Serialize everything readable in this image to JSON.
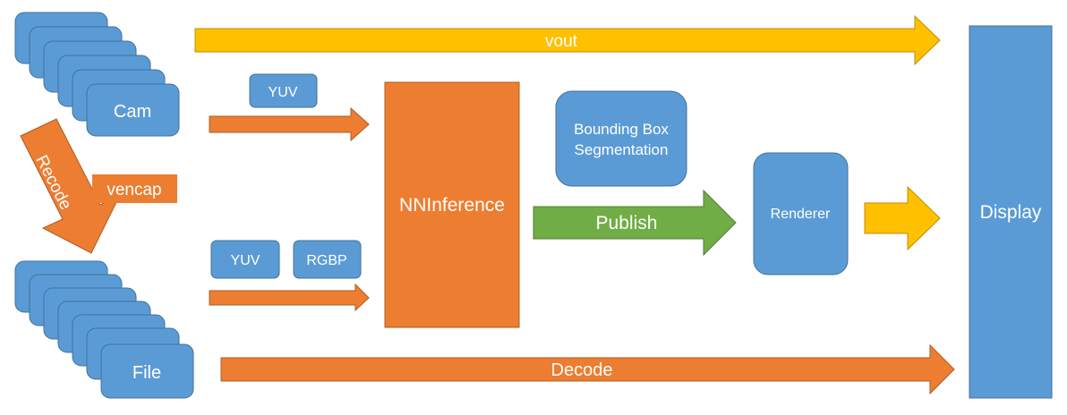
{
  "colors": {
    "blue": "#5B9BD5",
    "blue_border": "#41719C",
    "orange": "#ED7D31",
    "orange_border": "#AE5A21",
    "yellow": "#FFC000",
    "yellow_border": "#BC8C00",
    "green": "#70AD47",
    "green_border": "#507E32",
    "text_light": "#FFFFFF"
  },
  "sources": {
    "cam": "Cam",
    "file": "File"
  },
  "arrows": {
    "vout": "vout",
    "recode": "Recode",
    "publish": "Publish",
    "decode": "Decode"
  },
  "tags": {
    "vencap": "vencap",
    "yuv_top": "YUV",
    "yuv_bottom": "YUV",
    "rgbp": "RGBP"
  },
  "blocks": {
    "nninference": "NNInference",
    "bbox_line1": "Bounding Box",
    "bbox_line2": "Segmentation",
    "renderer": "Renderer",
    "display": "Display"
  }
}
